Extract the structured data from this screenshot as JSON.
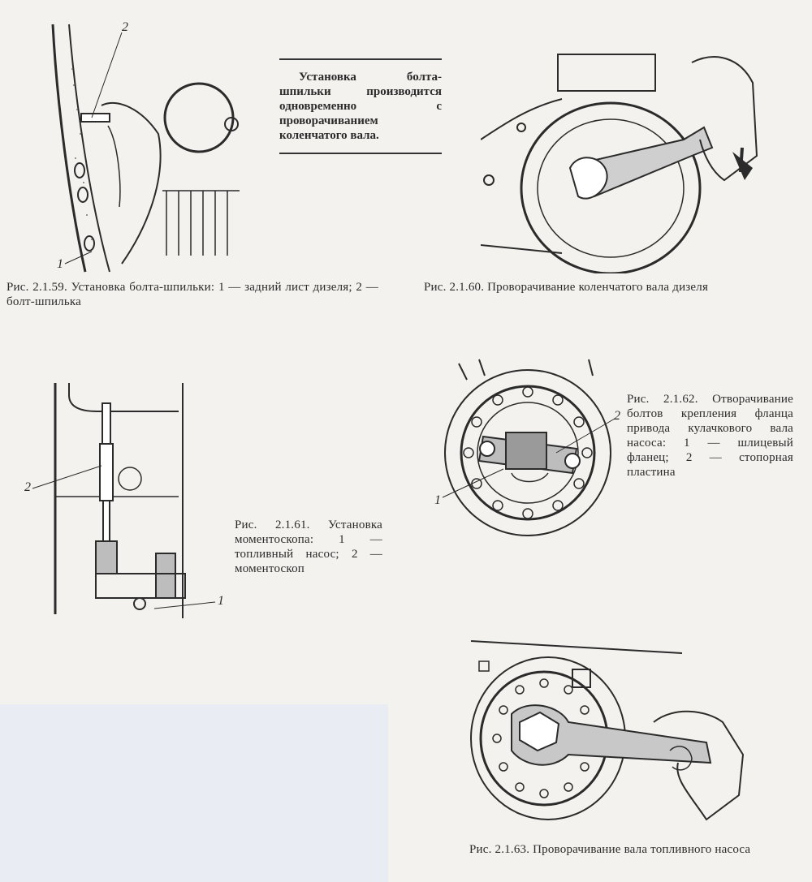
{
  "note": {
    "text": "Установка болта-шпильки производится одновременно с проворачиванием коленчатого вала."
  },
  "figures": [
    {
      "id": "2.1.59",
      "caption": "Рис. 2.1.59. Установка болта-шпильки: 1 — задний лист дизеля; 2 — болт-шпилька",
      "callouts": [
        "1",
        "2"
      ]
    },
    {
      "id": "2.1.60",
      "caption": "Рис. 2.1.60. Проворачивание коленчатого вала дизеля",
      "callouts": []
    },
    {
      "id": "2.1.61",
      "caption": "Рис. 2.1.61. Установка моментоскопа: 1 — топливный насос; 2 — моментоскоп",
      "callouts": [
        "1",
        "2"
      ]
    },
    {
      "id": "2.1.62",
      "caption": "Рис. 2.1.62. Отворачивание болтов крепления фланца привода кулачкового вала насоса: 1 — шлицевый фланец; 2 — стопорная пластина",
      "callouts": [
        "1",
        "2"
      ]
    },
    {
      "id": "2.1.63",
      "caption": "Рис. 2.1.63. Проворачивание вала топливного насоса",
      "callouts": []
    }
  ],
  "colors": {
    "ink": "#2b2b2b",
    "paper": "#f3f2ee",
    "blank_area": "#e9edf3"
  }
}
